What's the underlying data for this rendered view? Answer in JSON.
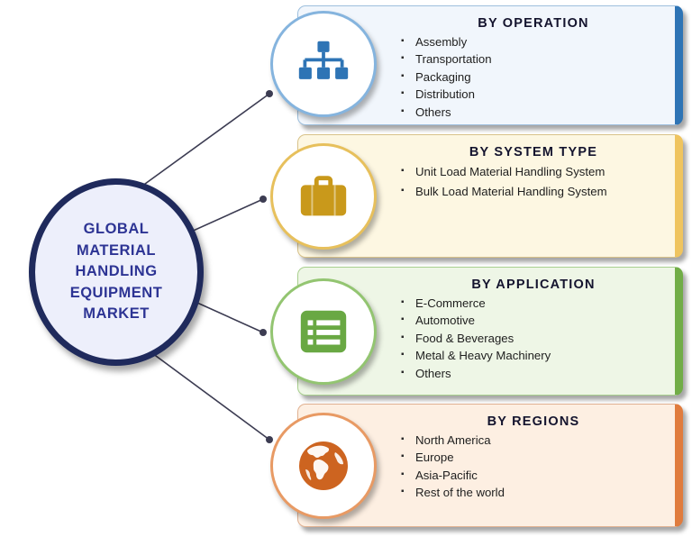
{
  "center": {
    "title": "GLOBAL MATERIAL HANDLING EQUIPMENT MARKET",
    "colors": {
      "border": "#1f2a5c",
      "bg": "#edeffb",
      "text": "#2d3494"
    }
  },
  "connector_color": "#3c3c52",
  "panels": [
    {
      "header": "BY OPERATION",
      "icon": "sitemap-icon",
      "items": [
        "Assembly",
        "Transportation",
        "Packaging",
        "Distribution",
        "Others"
      ],
      "colors": {
        "edge": "#2e74b5",
        "bg": "#f1f6fc",
        "border": "#9dbfdd",
        "ring": "#85b4de",
        "icon": "#2e74b5"
      }
    },
    {
      "header": "BY SYSTEM TYPE",
      "icon": "briefcase-icon",
      "items": [
        "Unit Load Material Handling System",
        "Bulk Load Material Handling System"
      ],
      "colors": {
        "edge": "#efc45f",
        "bg": "#fdf7e2",
        "border": "#d8c289",
        "ring": "#e7c05c",
        "icon": "#c9991b"
      }
    },
    {
      "header": "BY APPLICATION",
      "icon": "list-icon",
      "items": [
        "E-Commerce",
        "Automotive",
        "Food & Beverages",
        "Metal & Heavy Machinery",
        "Others"
      ],
      "colors": {
        "edge": "#71ad47",
        "bg": "#eef6e6",
        "border": "#a8cf8e",
        "ring": "#93c571",
        "icon": "#69a843"
      }
    },
    {
      "header": "BY REGIONS",
      "icon": "globe-icon",
      "items": [
        "North America",
        "Europe",
        "Asia-Pacific",
        "Rest of the world"
      ],
      "colors": {
        "edge": "#e07c3e",
        "bg": "#fdefe2",
        "border": "#e0b191",
        "ring": "#e89a64",
        "icon": "#cd6420"
      }
    }
  ]
}
